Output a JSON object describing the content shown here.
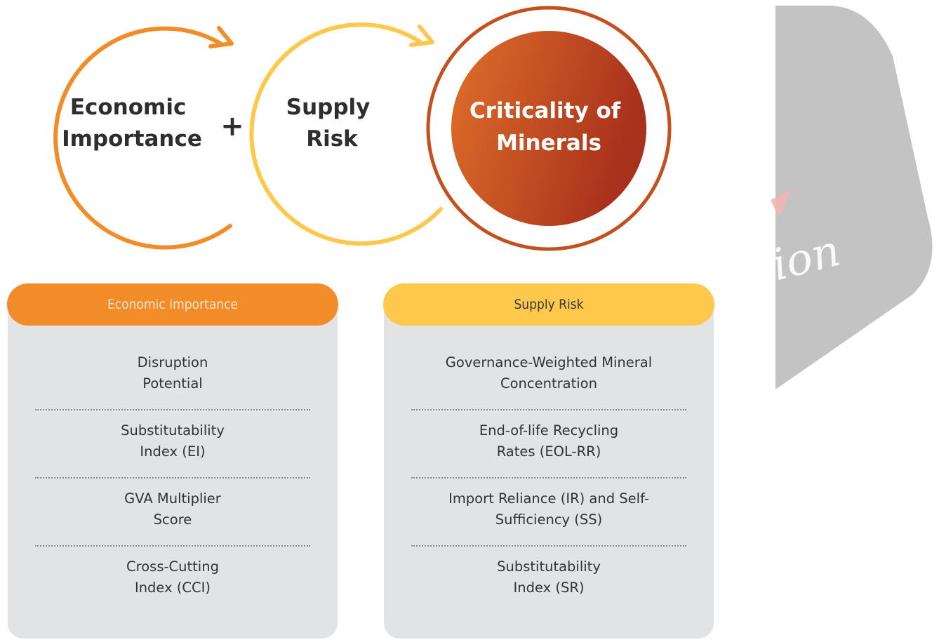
{
  "diagram": {
    "circles": {
      "economic_importance": "Economic\nImportance",
      "operator": "+",
      "supply_risk": "Supply\nRisk",
      "criticality": "Criticality of\nMinerals"
    },
    "watermark": {
      "text": "ion"
    },
    "colors": {
      "orange": "#f28c28",
      "yellow": "#fdc84c",
      "rust": "#c4501f",
      "panel_grey": "#e2e3e4"
    }
  },
  "panels": {
    "economic_importance": {
      "title": "Economic Importance",
      "items": [
        "Disruption\nPotential",
        "Substitutability\nIndex (EI)",
        "GVA Multiplier\nScore",
        "Cross-Cutting\nIndex (CCI)"
      ]
    },
    "supply_risk": {
      "title": "Supply Risk",
      "items": [
        "Governance-Weighted Mineral\nConcentration",
        "End-of-life Recycling\nRates (EOL-RR)",
        "Import Reliance (IR) and Self-\nSufficiency (SS)",
        "Substitutability\nIndex (SR)"
      ]
    }
  }
}
